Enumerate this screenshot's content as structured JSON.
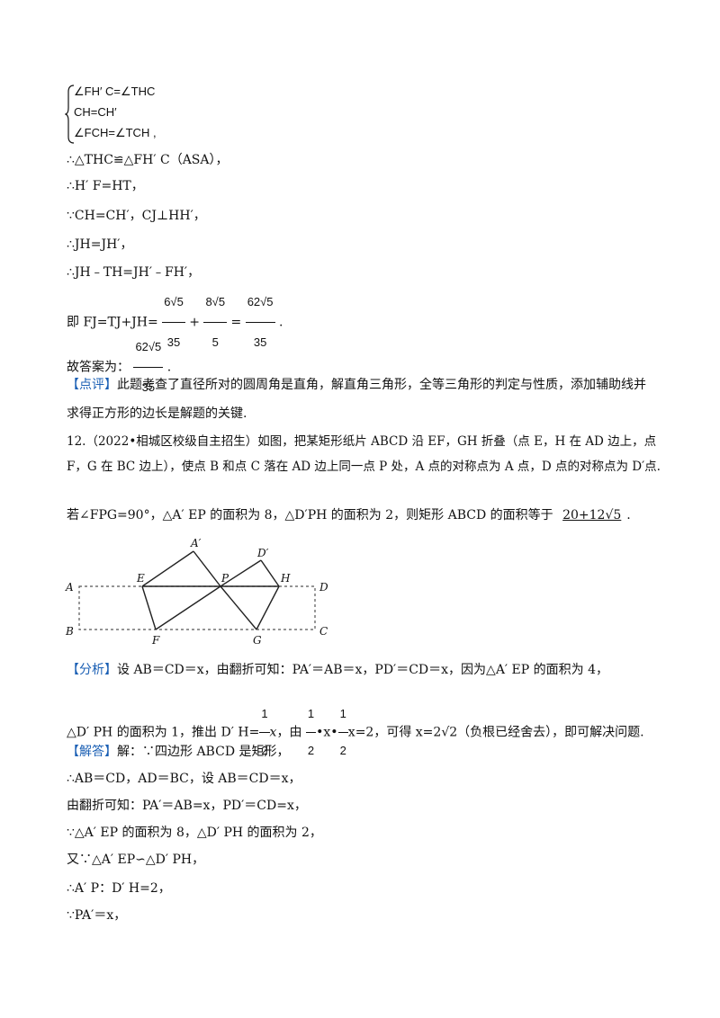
{
  "system": {
    "lines": [
      "∠FH′ C=∠THC",
      "CH=CH′",
      "∠FCH=∠TCH   ,"
    ]
  },
  "solution_a": {
    "l1": "∴△THC≌△FH′ C（ASA），",
    "l2": "∴H′ F=HT，",
    "l3": "∵CH=CH′，CJ⊥HH′，",
    "l4": "∴JH=JH′，",
    "l5": "∴JH﹣TH=JH′﹣FH′，",
    "l6_prefix": "即 FJ=TJ+JH=",
    "f1_num": "6√5",
    "f1_den": "35",
    "plus": "+",
    "f2_num": "8√5",
    "f2_den": "5",
    "eq": "=",
    "f3_num": "62√5",
    "f3_den": "35",
    "l6_end": ".",
    "answer_prefix": "故答案为：",
    "answer_num": "62√5",
    "answer_den": "35",
    "answer_end": "."
  },
  "comment": {
    "tag": "【点评】",
    "text1": "此题考查了直径所对的圆周角是直角，解直角三角形，全等三角形的判定与性质，添加辅助线并",
    "text2": "求得正方形的边长是解题的关键."
  },
  "problem12": {
    "line1": "12.（2022•相城区校级自主招生）如图，把某矩形纸片 ABCD 沿 EF，GH 折叠（点 E，H 在 AD 边上，点",
    "line2": "F，G 在 BC 边上），使点 B 和点 C 落在 AD 边上同一点 P 处，A 点的对称点为 A 点，D 点的对称点为 D′点.",
    "line3_prefix": "若∠FPG=90°，△A′ EP 的面积为 8，△D′PH 的面积为 2，则矩形 ABCD 的面积等于",
    "answer": "20+12√5",
    "line3_end": "."
  },
  "figure": {
    "labels": [
      "A′",
      "D′",
      "E",
      "P",
      "H",
      "A",
      "D",
      "B",
      "F",
      "G",
      "C"
    ]
  },
  "analysis": {
    "tag": "【分析】",
    "line1": "设 AB＝CD＝x，由翻折可知：PA′＝AB＝x，PD′＝CD＝x，因为△A′ EP 的面积为 4，",
    "line2_prefix": "△D′ PH 的面积为 1，推出 D′ H=",
    "half": "1",
    "two": "2",
    "x": "x",
    "mid": "，由",
    "dot_x_dot": "•x•",
    "line2_tail": "x=2，可得 x=2√2（负根已经舍去），即可解决问题."
  },
  "solve": {
    "tag": "【解答】",
    "l1": "解：∵四边形 ABCD 是矩形，",
    "l2": "∴AB＝CD，AD＝BC，设 AB＝CD＝x，",
    "l3": "由翻折可知：PA′＝AB=x，PD′＝CD=x，",
    "l4": "∵△A′ EP 的面积为 8，△D′ PH 的面积为 2，",
    "l5": "又∵△A′ EP∽△D′ PH，",
    "l6": "∴A′ P：D′ H=2，",
    "l7": "∵PA′＝x，"
  }
}
